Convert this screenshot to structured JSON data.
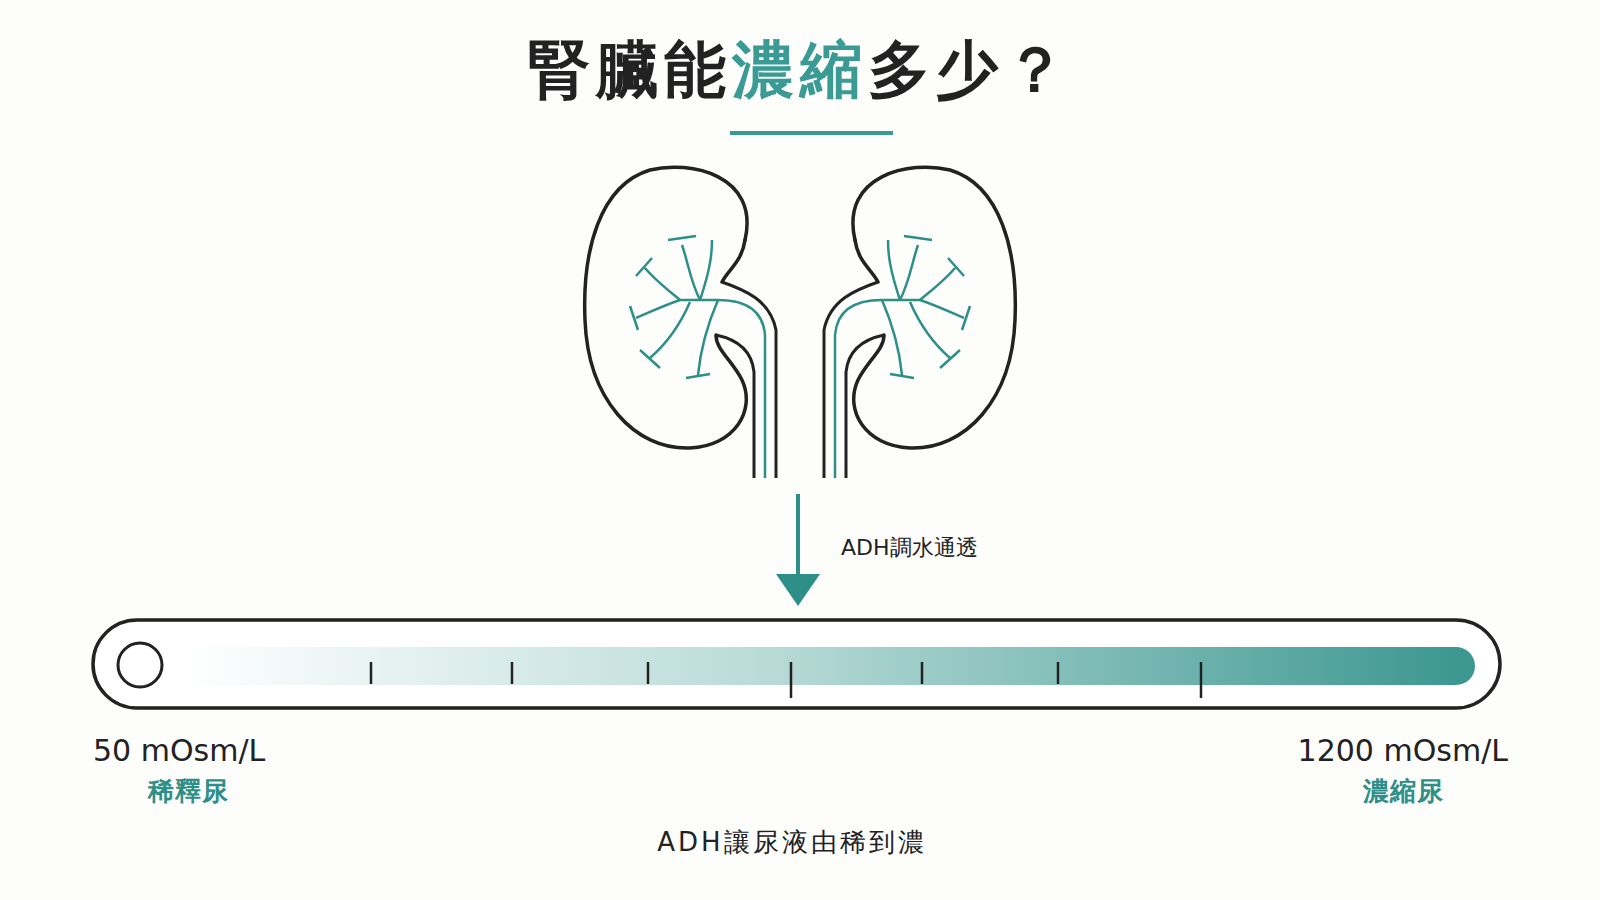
{
  "diagram": {
    "title": "腎臟能濃縮多少？",
    "caption": "ADH讓尿液由稀到濃",
    "labels": [
      "ADH調水通透",
      "50 mOsm/L",
      "稀釋尿",
      "1200 mOsm/L",
      "濃縮尿"
    ]
  }
}
